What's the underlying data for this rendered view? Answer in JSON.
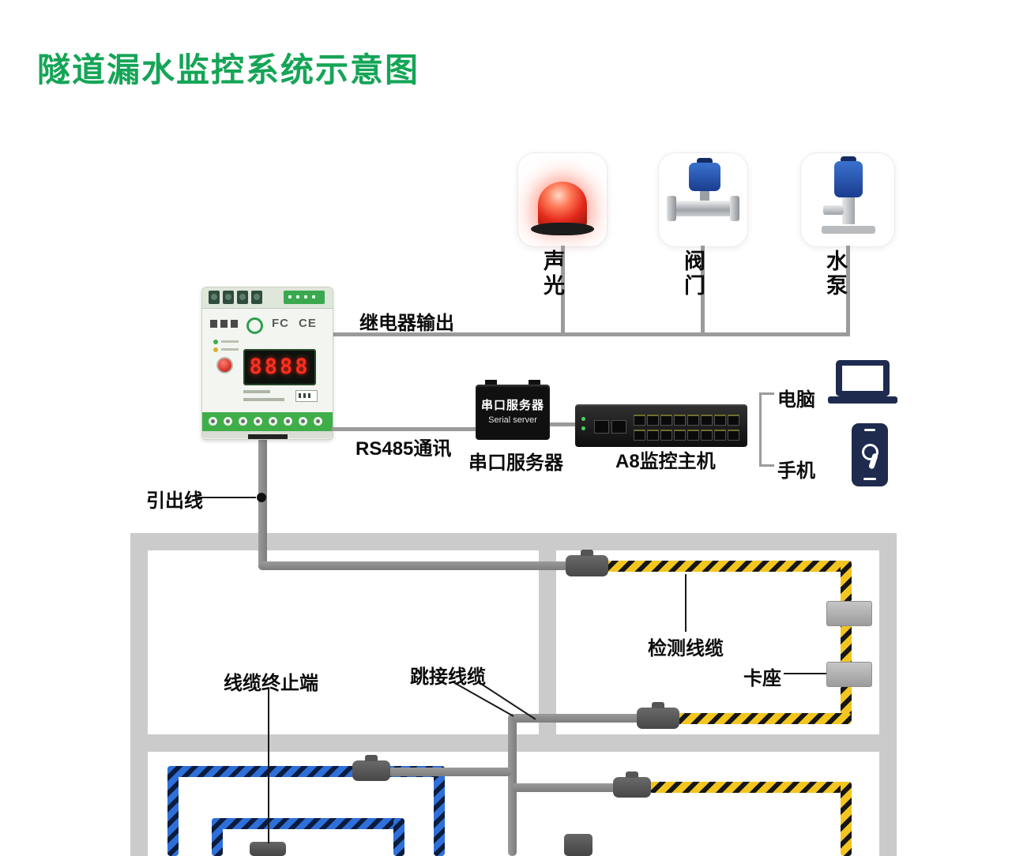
{
  "title": "隧道漏水监控系统示意图",
  "actuators": [
    {
      "label": "声光"
    },
    {
      "label": "阀门"
    },
    {
      "label": "水泵"
    }
  ],
  "connections": {
    "relay_output": "继电器输出",
    "rs485": "RS485通讯",
    "lead_wire": "引出线"
  },
  "controller": {
    "display": "8888",
    "cert_fc": "FC",
    "cert_ce": "CE"
  },
  "serial_server": {
    "device_title": "串口服务器",
    "device_subtitle": "Serial server",
    "caption": "串口服务器"
  },
  "a8_host": {
    "caption": "A8监控主机"
  },
  "clients": {
    "computer": "电脑",
    "phone": "手机"
  },
  "tunnel": {
    "detect_cable": "检测线缆",
    "clip": "卡座",
    "jumper_cable": "跳接线缆",
    "terminal_end": "线缆终止端"
  },
  "colors": {
    "title_green": "#15a557",
    "wall_gray": "#cbcbcb",
    "cable_gray": "#8f8f8f",
    "connector_gray": "#565656",
    "yellow_cable": "#f3c51f",
    "blue_cable": "#2e6fd8",
    "device_navy": "#1e2b4f",
    "alarm_red": "#e42a1c"
  }
}
